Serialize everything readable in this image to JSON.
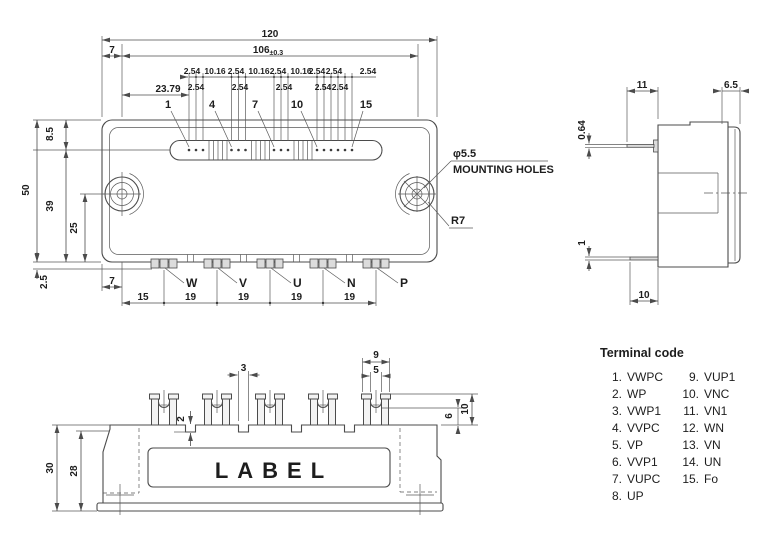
{
  "top_view": {
    "overall_width": "120",
    "edge_to_hole": "7",
    "pin_field_width": "106",
    "pin_field_tol": "±0.3",
    "first_pin_offset": "23.79",
    "pitch_upper": [
      "2.54",
      "10.16",
      "2.54",
      "10.16",
      "2.54",
      "10.16",
      "2.54",
      "2.54",
      "2.54"
    ],
    "pitch_lower": [
      "2.54",
      "2.54",
      "2.54",
      "2.54",
      "2.54"
    ],
    "pin_numbers": [
      "1",
      "4",
      "7",
      "10",
      "15"
    ],
    "overall_height": "50",
    "top_to_pin_row": "8.5",
    "pin_row_to_bottom": "39",
    "hole_to_bottom": "25",
    "terminal_protrusion": "2.5",
    "edge_to_hole_bottom": "7",
    "first_terminal_offset": "15",
    "terminal_pitch": [
      "19",
      "19",
      "19",
      "19"
    ],
    "terminal_labels": [
      "W",
      "V",
      "U",
      "N",
      "P"
    ],
    "hole_diameter": "φ5.5",
    "hole_note": "MOUNTING HOLES",
    "corner_radius": "R7"
  },
  "side_view": {
    "pin_length_top": "11",
    "baseplate_thickness": "6.5",
    "pin_thickness_top": "0.64",
    "pin_thickness_bottom": "1",
    "pin_length_bottom": "10"
  },
  "front_view": {
    "notch_width": "3",
    "notch_depth": "2",
    "terminal_width": "9",
    "slot_width": "5",
    "slot_depth": "6",
    "terminal_height": "10",
    "total_height": "30",
    "case_height": "28",
    "label": "LABEL"
  },
  "terminal_code": {
    "title": "Terminal code",
    "col1": [
      {
        "num": "1.",
        "name": "VWPC"
      },
      {
        "num": "2.",
        "name": "WP"
      },
      {
        "num": "3.",
        "name": "VWP1"
      },
      {
        "num": "4.",
        "name": "VVPC"
      },
      {
        "num": "5.",
        "name": "VP"
      },
      {
        "num": "6.",
        "name": "VVP1"
      },
      {
        "num": "7.",
        "name": "VUPC"
      },
      {
        "num": "8.",
        "name": "UP"
      }
    ],
    "col2": [
      {
        "num": "9.",
        "name": "VUP1"
      },
      {
        "num": "10.",
        "name": "VNC"
      },
      {
        "num": "11.",
        "name": "VN1"
      },
      {
        "num": "12.",
        "name": "WN"
      },
      {
        "num": "13.",
        "name": "VN"
      },
      {
        "num": "14.",
        "name": "UN"
      },
      {
        "num": "15.",
        "name": "Fo"
      }
    ]
  }
}
